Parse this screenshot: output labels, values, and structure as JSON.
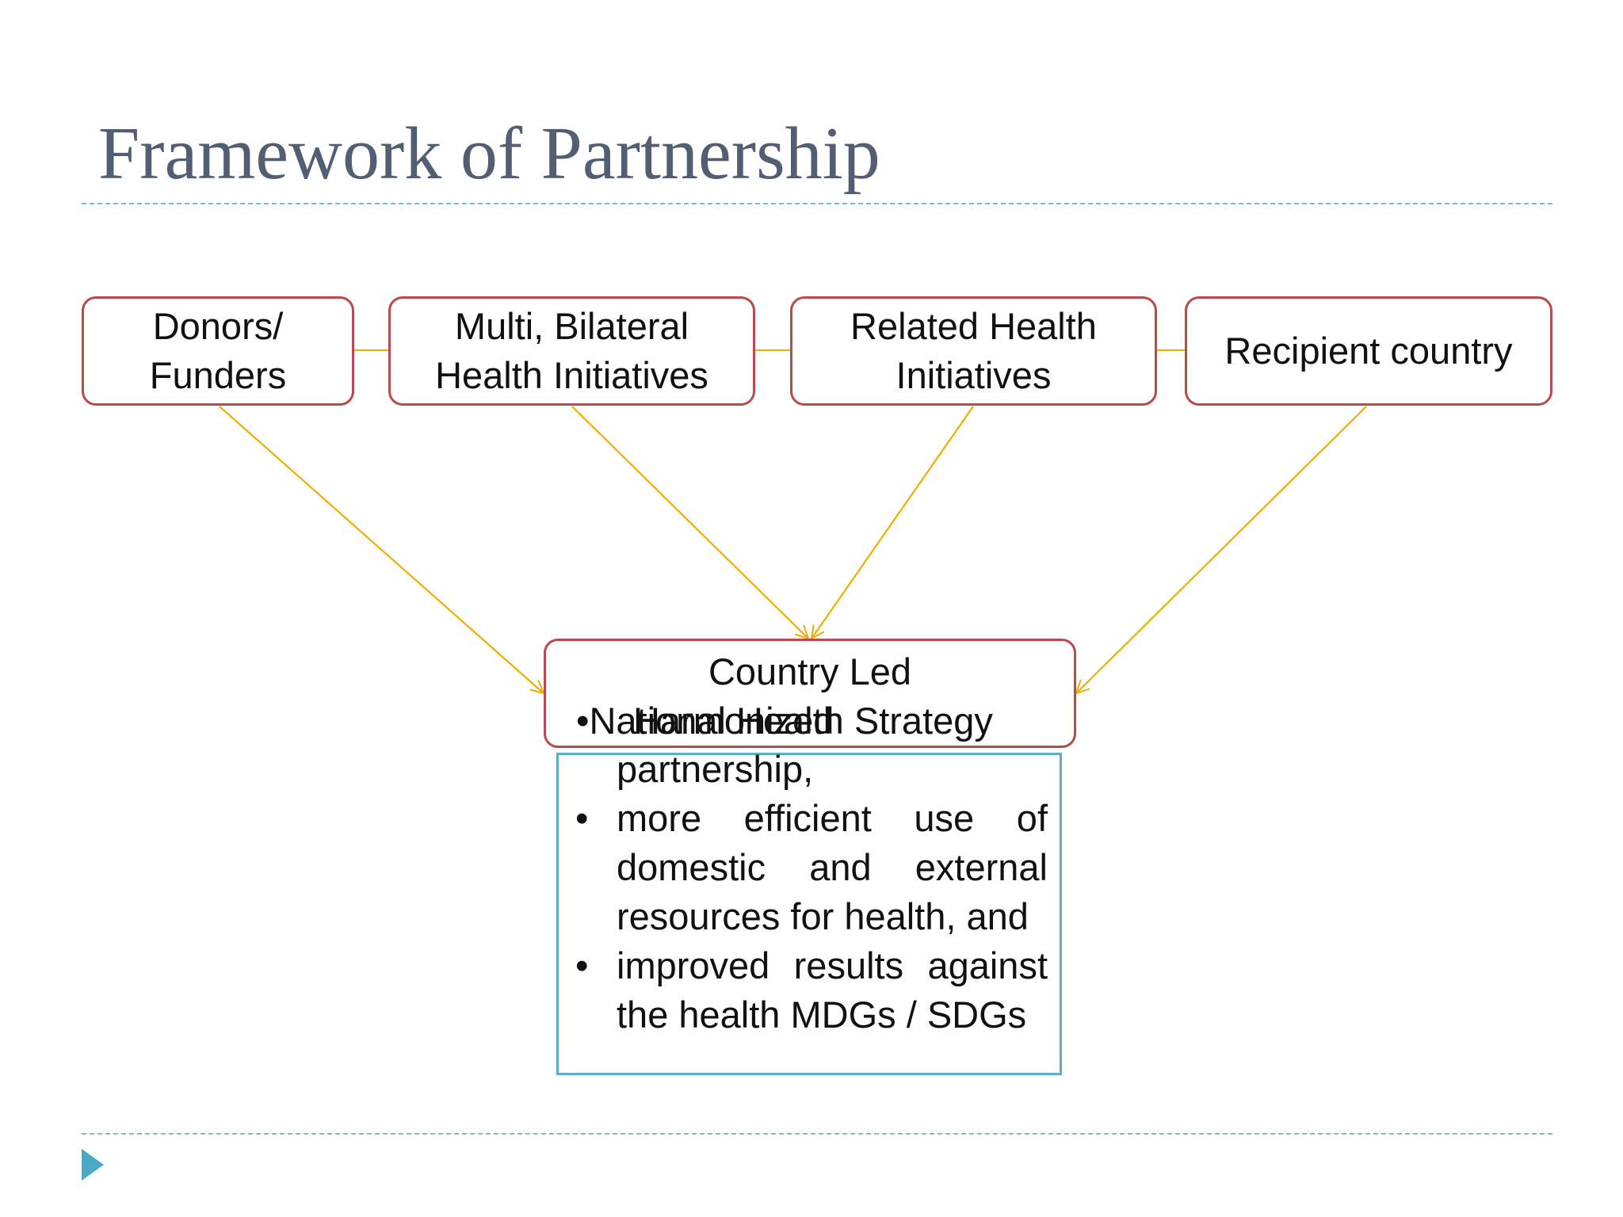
{
  "slide": {
    "title": "Framework of Partnership"
  },
  "diagram": {
    "top_nodes": [
      {
        "id": "donors",
        "lines": [
          "Donors/",
          "Funders"
        ]
      },
      {
        "id": "multi",
        "lines": [
          "Multi, Bilateral",
          "Health Initiatives"
        ]
      },
      {
        "id": "related",
        "lines": [
          "Related Health",
          "Initiatives"
        ]
      },
      {
        "id": "recipient",
        "lines": [
          "Recipient country"
        ]
      }
    ],
    "center_node": {
      "title": "Country Led",
      "line2": "•National Health Strategy",
      "line2_overlap": "Harmonized"
    },
    "outcomes": {
      "items": [
        "partnership,",
        "more efficient use of domestic and external resources for health, and",
        "improved results against the health MDGs / SDGs"
      ],
      "bullet": "•"
    },
    "colors": {
      "node_border": "#b84a4c",
      "connector": "#e8b000",
      "outcome_border": "#5aafc4",
      "title": "#545e72",
      "divider": "#7fb8c9"
    }
  },
  "footer": {
    "icon": "play-icon"
  }
}
